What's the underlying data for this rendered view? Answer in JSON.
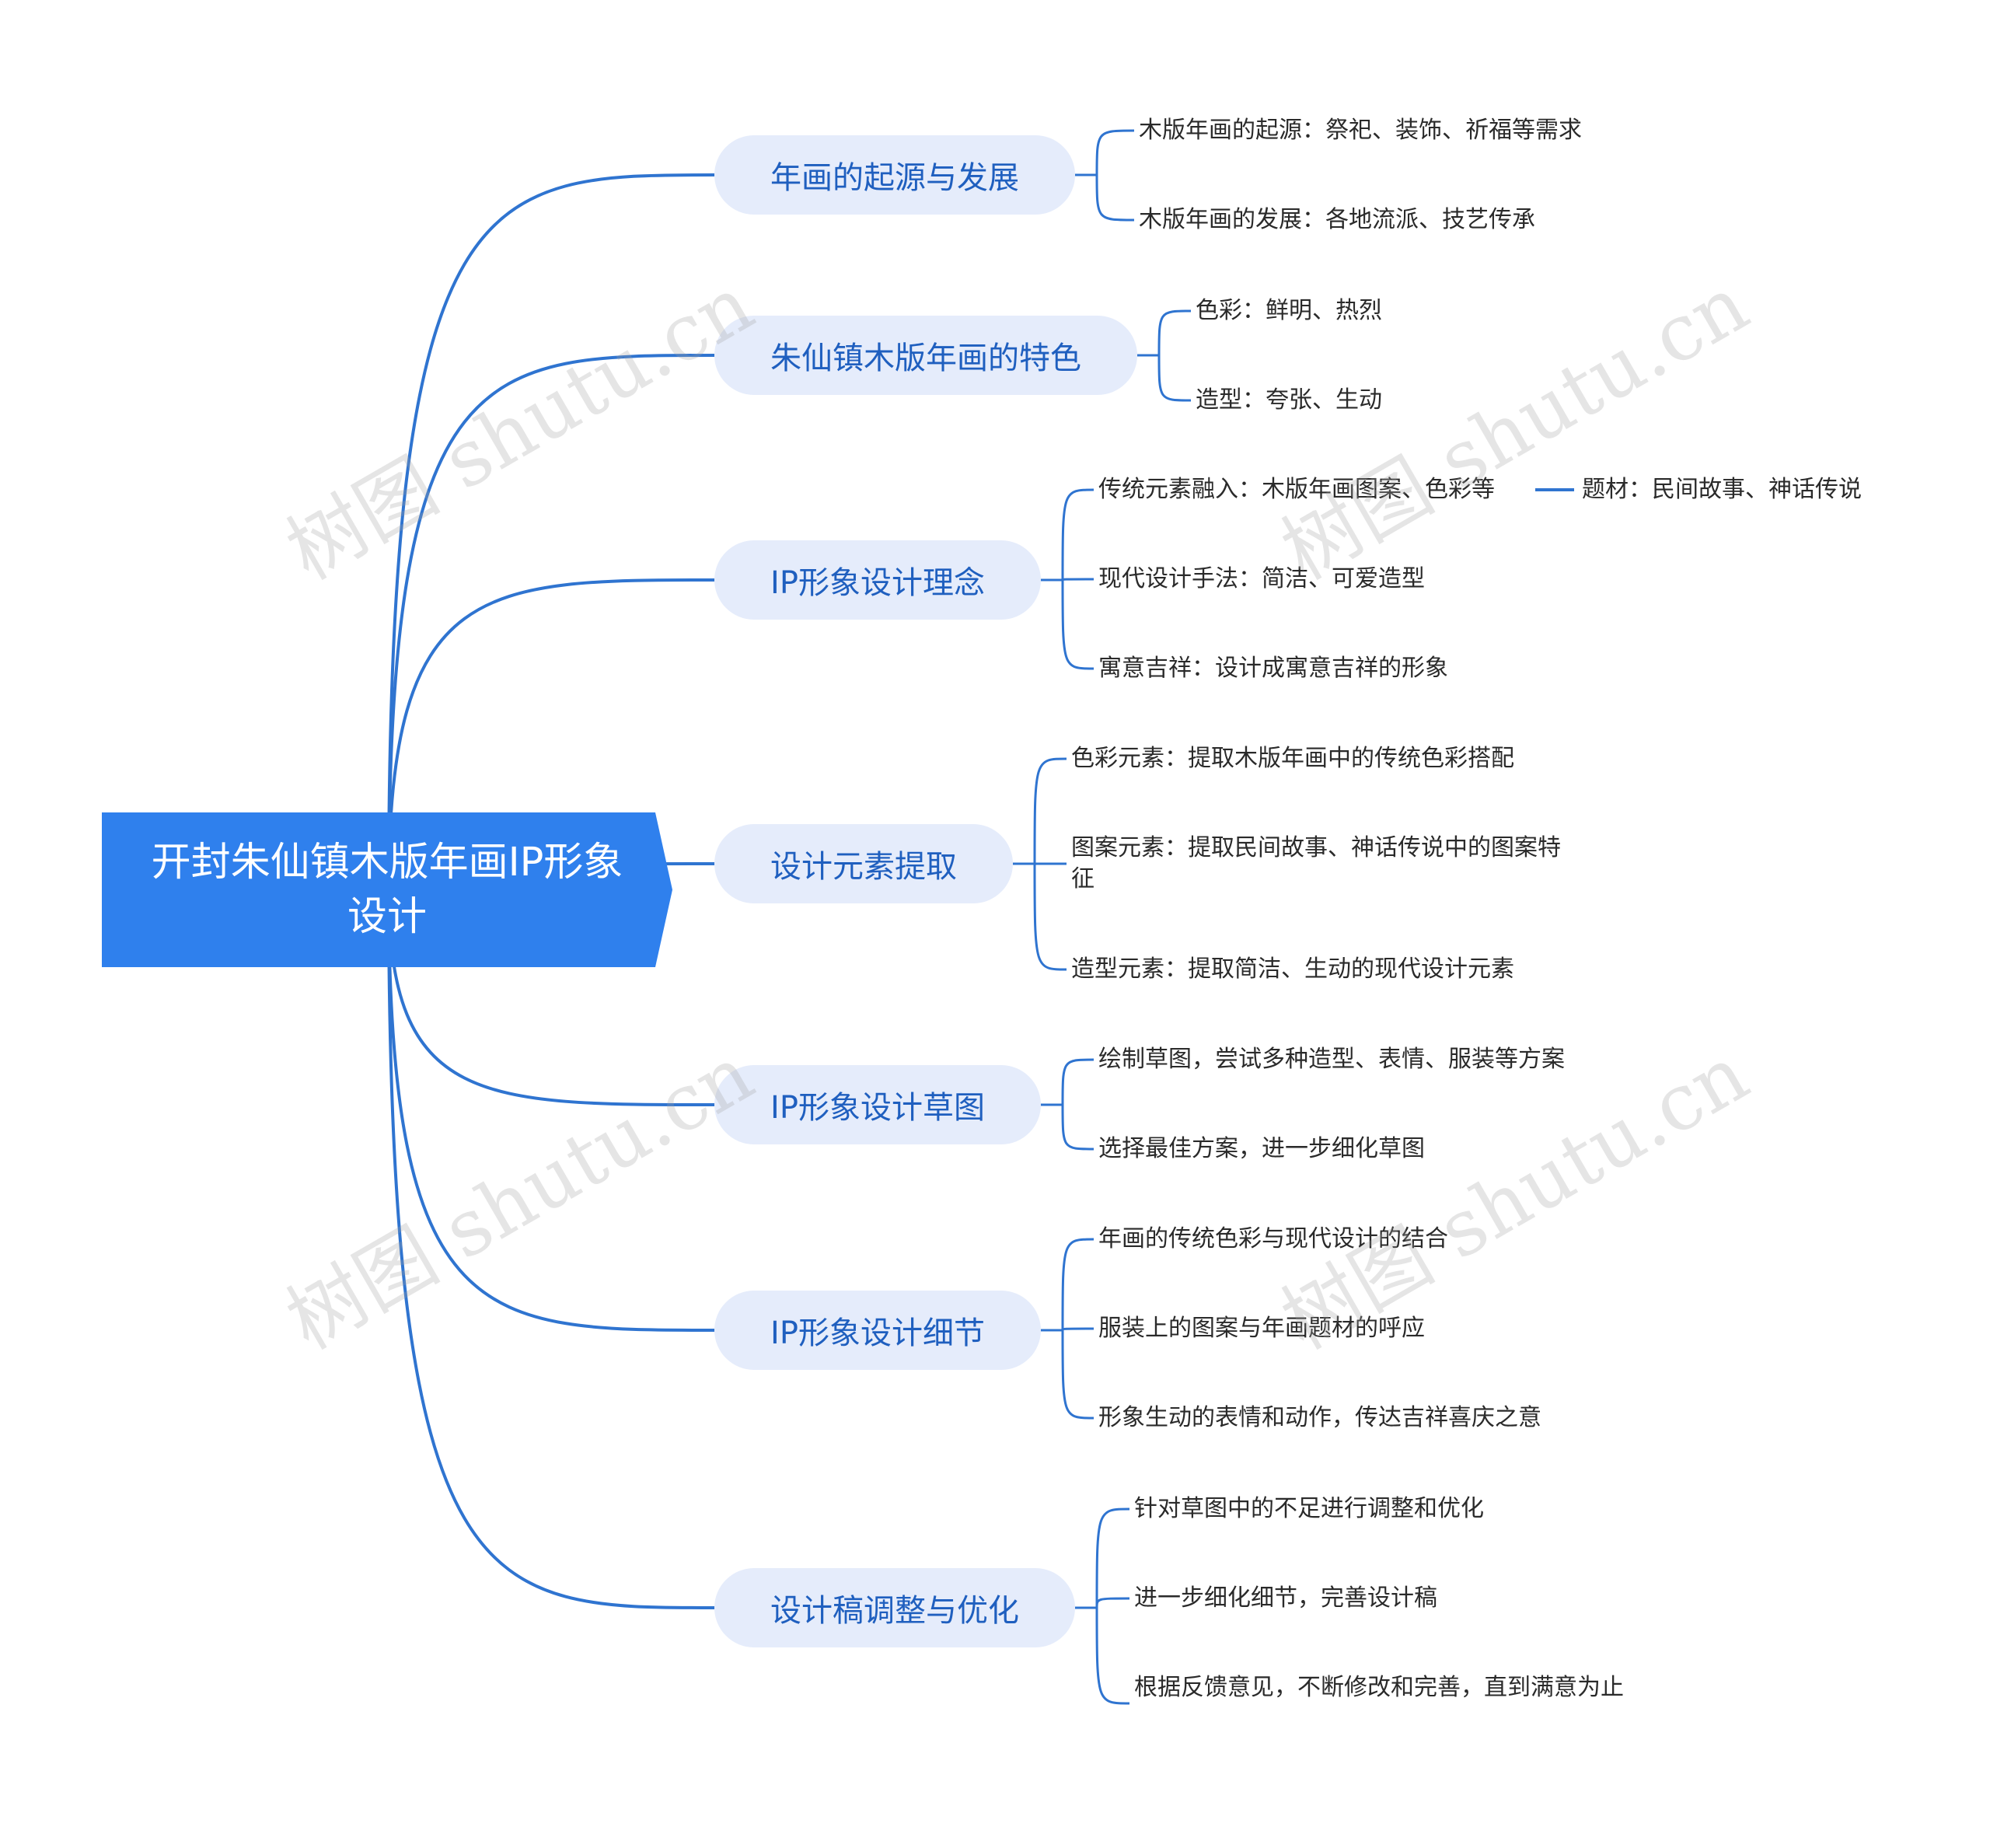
{
  "colors": {
    "root_bg": "#2f80ed",
    "branch_bg": "#e5ecfb",
    "branch_text": "#1f5fbf",
    "line": "#2f74d0"
  },
  "root": {
    "title": "开封朱仙镇木版年画IP形象设计"
  },
  "branches": [
    {
      "label": "年画的起源与发展",
      "children": [
        "木版年画的起源：祭祀、装饰、祈福等需求",
        "木版年画的发展：各地流派、技艺传承"
      ]
    },
    {
      "label": "朱仙镇木版年画的特色",
      "children": [
        "色彩：鲜明、热烈",
        "造型：夸张、生动"
      ]
    },
    {
      "label": "IP形象设计理念",
      "children": [
        "传统元素融入：木版年画图案、色彩等",
        "现代设计手法：简洁、可爱造型",
        "寓意吉祥：设计成寓意吉祥的形象"
      ],
      "sub": "题材：民间故事、神话传说"
    },
    {
      "label": "设计元素提取",
      "children": [
        "色彩元素：提取木版年画中的传统色彩搭配",
        "图案元素：提取民间故事、神话传说中的图案特征",
        "造型元素：提取简洁、生动的现代设计元素"
      ]
    },
    {
      "label": "IP形象设计草图",
      "children": [
        "绘制草图，尝试多种造型、表情、服装等方案",
        "选择最佳方案，进一步细化草图"
      ]
    },
    {
      "label": "IP形象设计细节",
      "children": [
        "年画的传统色彩与现代设计的结合",
        "服装上的图案与年画题材的呼应",
        "形象生动的表情和动作，传达吉祥喜庆之意"
      ]
    },
    {
      "label": "设计稿调整与优化",
      "children": [
        "针对草图中的不足进行调整和优化",
        "进一步细化细节，完善设计稿",
        "根据反馈意见，不断修改和完善，直到满意为止"
      ]
    }
  ],
  "watermark": "树图 shutu.cn"
}
